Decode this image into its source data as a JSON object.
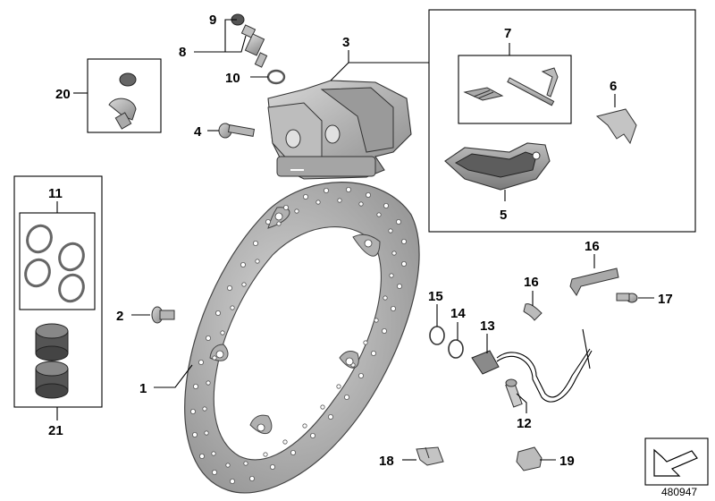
{
  "diagram": {
    "reference_number": "480947",
    "callouts": {
      "c1": "1",
      "c2": "2",
      "c3": "3",
      "c4": "4",
      "c5": "5",
      "c6": "6",
      "c7": "7",
      "c8": "8",
      "c9": "9",
      "c10": "10",
      "c11": "11",
      "c12": "12",
      "c13": "13",
      "c14": "14",
      "c15": "15",
      "c16a": "16",
      "c16b": "16",
      "c17": "17",
      "c18": "18",
      "c19": "19",
      "c20": "20",
      "c21": "21"
    },
    "colors": {
      "metal_light": "#c9c9c9",
      "metal_mid": "#a8a8a8",
      "metal_dark": "#6e6e6e",
      "line": "#000000"
    }
  }
}
